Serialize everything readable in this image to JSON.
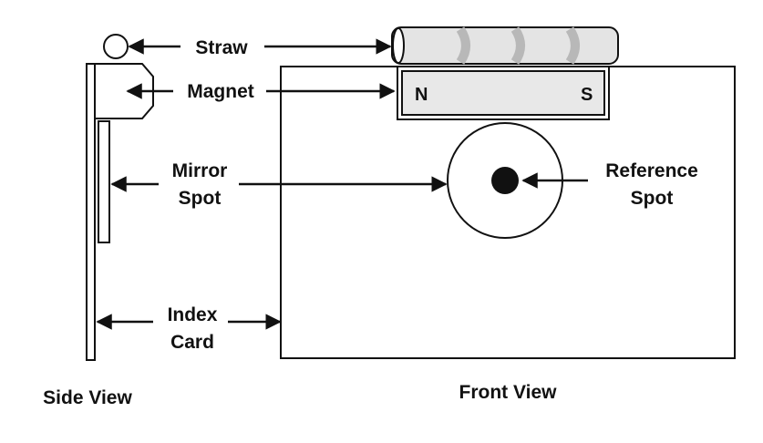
{
  "labels": {
    "straw": "Straw",
    "magnet": "Magnet",
    "mirror_spot_line1": "Mirror",
    "mirror_spot_line2": "Spot",
    "reference_spot_line1": "Reference",
    "reference_spot_line2": "Spot",
    "index_card_line1": "Index",
    "index_card_line2": "Card",
    "north_pole": "N",
    "south_pole": "S"
  },
  "captions": {
    "side_view": "Side View",
    "front_view": "Front View"
  },
  "colors": {
    "line": "#111111",
    "straw_fill": "#e4e4e4",
    "straw_stripe": "#b8b8b8",
    "magnet_fill": "#e8e8e8"
  }
}
